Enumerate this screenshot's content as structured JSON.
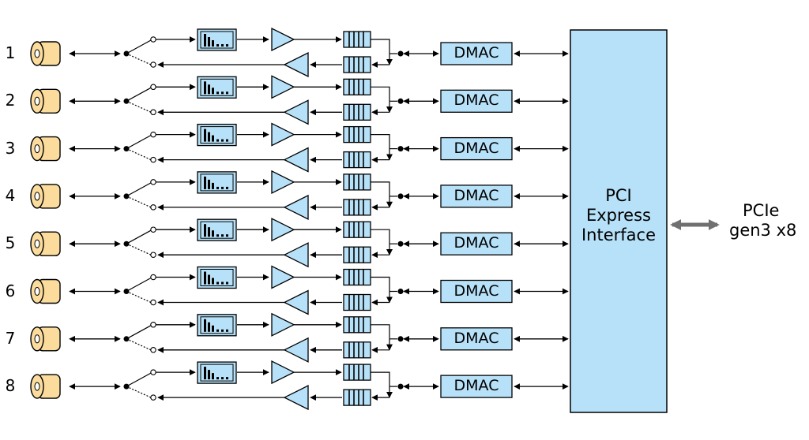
{
  "channels": [
    {
      "label": "1",
      "dmac": "DMAC"
    },
    {
      "label": "2",
      "dmac": "DMAC"
    },
    {
      "label": "3",
      "dmac": "DMAC"
    },
    {
      "label": "4",
      "dmac": "DMAC"
    },
    {
      "label": "5",
      "dmac": "DMAC"
    },
    {
      "label": "6",
      "dmac": "DMAC"
    },
    {
      "label": "7",
      "dmac": "DMAC"
    },
    {
      "label": "8",
      "dmac": "DMAC"
    }
  ],
  "pci_block": {
    "line1": "PCI",
    "line2": "Express",
    "line3": "Interface"
  },
  "pcie_output": {
    "line1": "PCIe",
    "line2": "gen3 x8"
  },
  "colors": {
    "block_fill": "#b7e1f8",
    "connector_fill": "#fbdc9c",
    "line": "#000000",
    "bus_arrow": "#707070"
  },
  "icons": [
    "coax-connector-icon",
    "switch-icon",
    "spectrum-analyzer-icon",
    "amplifier-icon",
    "fifo-buffer-icon"
  ]
}
